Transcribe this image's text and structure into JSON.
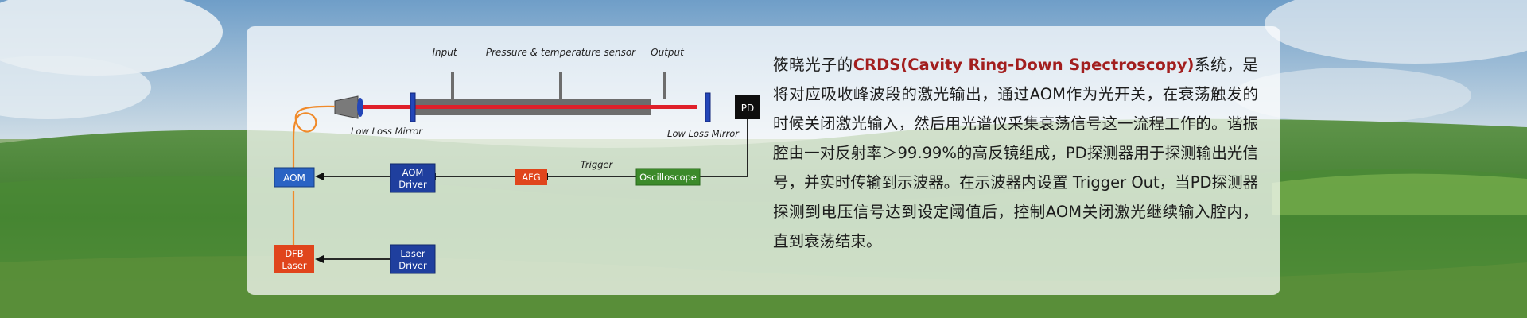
{
  "colors": {
    "panel": "rgba(255,255,255,0.72)",
    "highlight": "#a21e1e",
    "blue_box": "#1f3f9e",
    "aom_box": "#2a63c4",
    "red_box": "#e0451c",
    "green_box": "#3c8a2a",
    "fiber": "#f08a2a",
    "laser_beam": "#e0202a"
  },
  "diagram": {
    "labels": {
      "input": "Input",
      "sensor": "Pressure & temperature sensor",
      "output": "Output",
      "mirror_left": "Low Loss Mirror",
      "mirror_right": "Low Loss Mirror",
      "trigger": "Trigger"
    },
    "boxes": {
      "pd": "PD",
      "aom": "AOM",
      "aom_driver": [
        "AOM",
        "Driver"
      ],
      "afg": "AFG",
      "oscilloscope": "Oscilloscope",
      "dfb_laser": [
        "DFB",
        "Laser"
      ],
      "laser_driver": [
        "Laser",
        "Driver"
      ]
    }
  },
  "description": {
    "prefix": "筱晓光子的",
    "highlight": "CRDS(Cavity Ring-Down Spectroscopy)",
    "body": "系统，是将对应吸收峰波段的激光输出，通过AOM作为光开关，在衰荡触发的时候关闭激光输入，然后用光谱仪采集衰荡信号这一流程工作的。谐振腔由一对反射率＞99.99%的高反镜组成，PD探测器用于探测输出光信号，并实时传输到示波器。在示波器内设置 Trigger Out，当PD探测器探测到电压信号达到设定阈值后，控制AOM关闭激光继续输入腔内，直到衰荡结束。"
  }
}
